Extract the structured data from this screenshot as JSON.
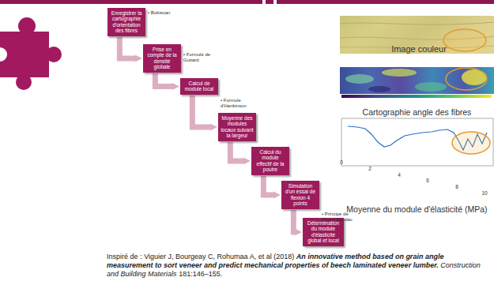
{
  "diagram": {
    "nodes": [
      {
        "text": [
          "Enregistrer la cartographie d'orientation des fibres"
        ]
      },
      {
        "text": [
          "Prise en compte de la densité globale"
        ]
      },
      {
        "text": [
          "Calcul de module local"
        ]
      },
      {
        "text": [
          "Moyenne des modules locaux suivant la largeur"
        ]
      },
      {
        "text": [
          "Calcul du module effectif de la poutre"
        ]
      },
      {
        "text": [
          "Simulation d'un essai de flexion 4 points"
        ]
      },
      {
        "text": [
          "Détermination du module d'élasticité global et local"
        ]
      }
    ],
    "edges": [
      {
        "from": 0,
        "to": 1,
        "arrow": "to"
      },
      {
        "from": 1,
        "to": 2,
        "arrow": "to"
      },
      {
        "from": 2,
        "to": 3,
        "arrow": "to"
      },
      {
        "from": 3,
        "to": 4,
        "arrow": "to"
      },
      {
        "from": 4,
        "to": 5,
        "arrow": "to"
      },
      {
        "from": 5,
        "to": 6,
        "arrow": "to"
      }
    ],
    "labels": [
      "• Bobiscan",
      "• Formule de Guitard",
      "• Formule d'Hankinson",
      "• Principe de Müller-Breslau",
      "Image couleur",
      "Cartographie angle des fibres",
      "0",
      "2",
      "4",
      "6",
      "8",
      "10",
      "Moyenne du module d'élasticité (MPa)",
      "Inspiré de :",
      "Viguier J, Bourgeay C, Rohumaa A, et al (2018)",
      "An innovative method based on grain angle measurement to sort veneer and predict mechanical properties of beech laminated veneer lumber.",
      "Construction and Building Materials",
      "181:146–155."
    ]
  }
}
